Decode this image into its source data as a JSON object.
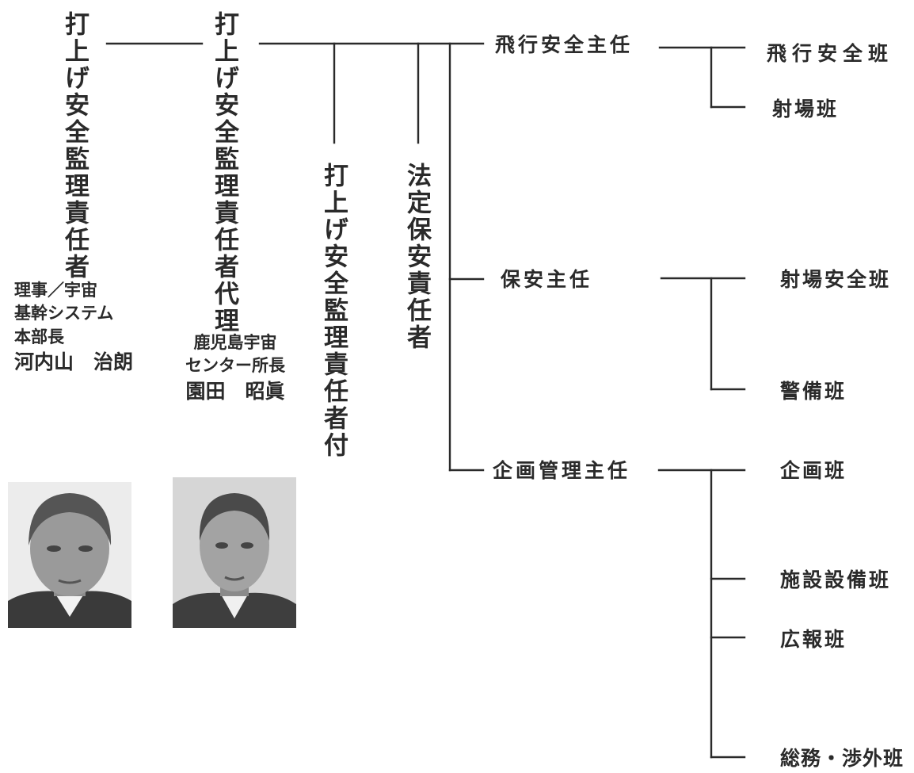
{
  "diagram": {
    "left_titles": {
      "chief": "打上げ安全監理責任者",
      "deputy": "打上げ安全監理責任者代理",
      "attached": "打上げ安全監理責任者付",
      "legal": "法定保安責任者"
    },
    "chief_person": {
      "title_line1": "理事／宇宙",
      "title_line2": "基幹システム",
      "title_line3": "本部長",
      "name": "河内山　治朗"
    },
    "deputy_person": {
      "title_line1": "鹿児島宇宙",
      "title_line2": "センター所長",
      "name": "園田　昭眞"
    },
    "managers": {
      "flight": "飛行安全主任",
      "security": "保安主任",
      "planning": "企画管理主任"
    },
    "teams": {
      "flight_safety": "飛行安全班",
      "range": "射場班",
      "range_safety": "射場安全班",
      "guard": "警備班",
      "planning": "企画班",
      "facilities": "施設設備班",
      "pr": "広報班",
      "general_affairs": "総務・渉外班"
    }
  }
}
